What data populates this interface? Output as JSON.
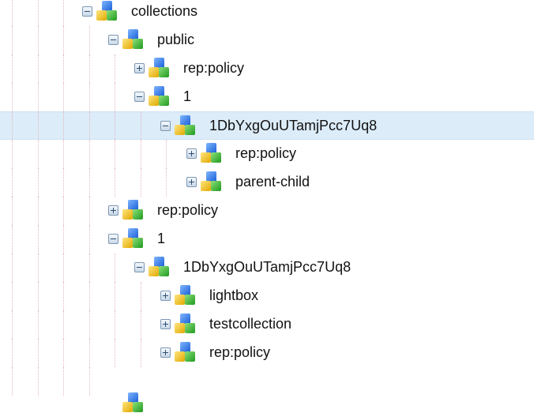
{
  "tree": [
    {
      "label": "collections",
      "depth": 0,
      "state": "expanded"
    },
    {
      "label": "public",
      "depth": 1,
      "state": "expanded"
    },
    {
      "label": "rep:policy",
      "depth": 2,
      "state": "collapsed"
    },
    {
      "label": "1",
      "depth": 2,
      "state": "expanded"
    },
    {
      "label": "1DbYxgOuUTamjPcc7Uq8",
      "depth": 3,
      "state": "expanded",
      "selected": true
    },
    {
      "label": "rep:policy",
      "depth": 4,
      "state": "collapsed"
    },
    {
      "label": "parent-child",
      "depth": 4,
      "state": "collapsed"
    },
    {
      "label": "rep:policy",
      "depth": 1,
      "state": "collapsed"
    },
    {
      "label": "1",
      "depth": 1,
      "state": "expanded"
    },
    {
      "label": "1DbYxgOuUTamjPcc7Uq8",
      "depth": 2,
      "state": "expanded"
    },
    {
      "label": "lightbox",
      "depth": 3,
      "state": "collapsed"
    },
    {
      "label": "testcollection",
      "depth": 3,
      "state": "collapsed"
    },
    {
      "label": "rep:policy",
      "depth": 3,
      "state": "collapsed"
    },
    {
      "label": "",
      "depth": 1,
      "state": "none"
    }
  ],
  "colors": {
    "selected": "#dcecf9"
  }
}
